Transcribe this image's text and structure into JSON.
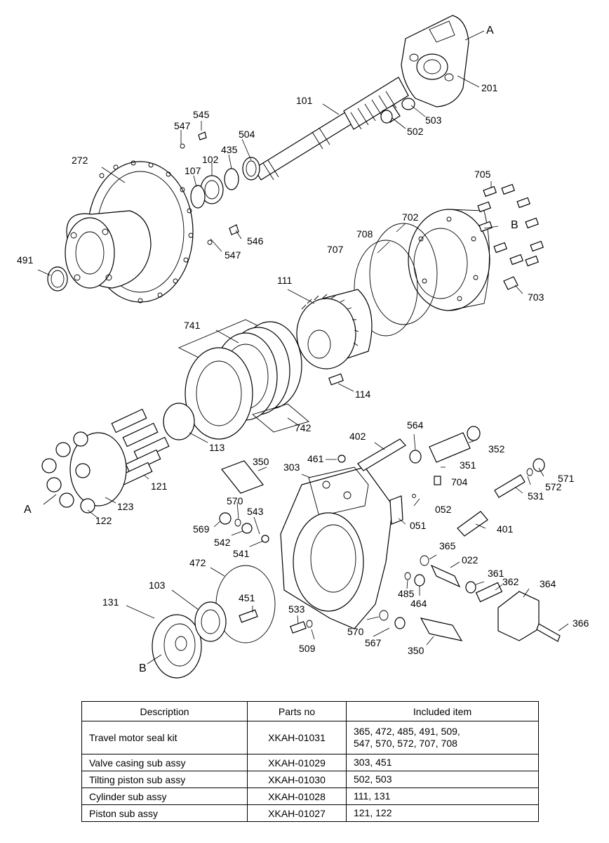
{
  "diagram": {
    "labels": {
      "l201": "201",
      "lA1": "A",
      "l503": "503",
      "l502": "502",
      "l101": "101",
      "l545": "545",
      "l547a": "547",
      "l504": "504",
      "l435": "435",
      "l102": "102",
      "l107": "107",
      "l272": "272",
      "l546": "546",
      "l547b": "547",
      "l491": "491",
      "l705": "705",
      "l702": "702",
      "l708": "708",
      "lB1": "B",
      "l707": "707",
      "l703": "703",
      "l111": "111",
      "l741": "741",
      "l114": "114",
      "l742": "742",
      "l113": "113",
      "l121": "121",
      "lA2": "A",
      "l123": "123",
      "l122": "122",
      "l402": "402",
      "l564": "564",
      "l352": "352",
      "l461": "461",
      "l350a": "350",
      "l303": "303",
      "l351": "351",
      "l571": "571",
      "l704": "704",
      "l572": "572",
      "l531": "531",
      "l052": "052",
      "l570a": "570",
      "l543": "543",
      "l569": "569",
      "l542": "542",
      "l541": "541",
      "l051": "051",
      "l401": "401",
      "l365": "365",
      "l022": "022",
      "l472": "472",
      "l361": "361",
      "l362": "362",
      "l364": "364",
      "l485": "485",
      "l464": "464",
      "l103": "103",
      "l451": "451",
      "l131": "131",
      "l533": "533",
      "l570b": "570",
      "l567": "567",
      "l509": "509",
      "l350b": "350",
      "l366": "366",
      "lB2": "B"
    }
  },
  "table": {
    "headers": {
      "description": "Description",
      "parts_no": "Parts no",
      "included": "Included item"
    },
    "rows": [
      {
        "description": "Travel motor seal kit",
        "parts_no": "XKAH-01031",
        "included": "365,  472, 485, 491,  509,\n547, 570, 572, 707, 708"
      },
      {
        "description": "Valve casing sub assy",
        "parts_no": "XKAH-01029",
        "included": "303, 451"
      },
      {
        "description": "Tilting piston sub assy",
        "parts_no": "XKAH-01030",
        "included": "502, 503"
      },
      {
        "description": "Cylinder sub assy",
        "parts_no": "XKAH-01028",
        "included": "111, 131"
      },
      {
        "description": "Piston sub assy",
        "parts_no": "XKAH-01027",
        "included": "121, 122"
      }
    ]
  }
}
